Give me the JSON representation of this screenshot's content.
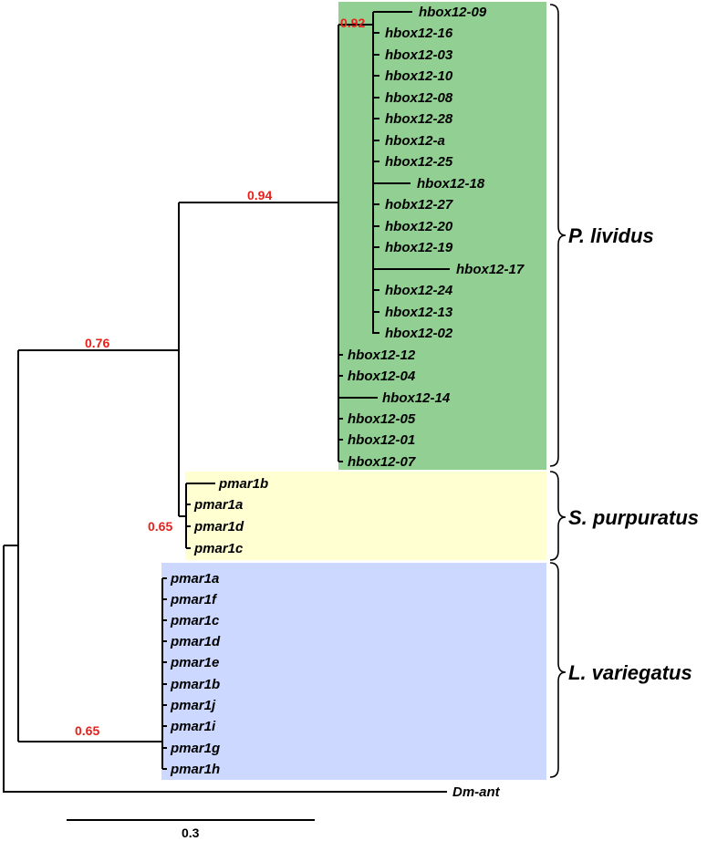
{
  "colors": {
    "p_lividus_box": "#92cf92",
    "s_purpuratus_box": "#ffffd2",
    "l_variegatus_box": "#ccd8ff",
    "support_text": "#e8201a"
  },
  "clades": {
    "p_lividus": "P. lividus",
    "s_purpuratus": "S. purpuratus",
    "l_variegatus": "L. variegatus"
  },
  "support_values": {
    "root_inner": "0.76",
    "echinoid_split": "0.94",
    "hbox_subclade": "0.92",
    "s_purpuratus": "0.65",
    "l_variegatus": "0.65"
  },
  "p_lividus_leaves": {
    "subclade": [
      "hbox12-09",
      "hbox12-16",
      "hbox12-03",
      "hbox12-10",
      "hbox12-08",
      "hbox12-28",
      "hbox12-a",
      "hbox12-25",
      "hbox12-18",
      "hobx12-27",
      "hbox12-20",
      "hbox12-19",
      "hbox12-17",
      "hbox12-24",
      "hbox12-13",
      "hbox12-02"
    ],
    "basal": [
      "hbox12-12",
      "hbox12-04",
      "hbox12-14",
      "hbox12-05",
      "hbox12-01",
      "hbox12-07"
    ]
  },
  "s_purpuratus_leaves": [
    "pmar1b",
    "pmar1a",
    "pmar1d",
    "pmar1c"
  ],
  "l_variegatus_leaves": [
    "pmar1a",
    "pmar1f",
    "pmar1c",
    "pmar1d",
    "pmar1e",
    "pmar1b",
    "pmar1j",
    "pmar1i",
    "pmar1g",
    "pmar1h"
  ],
  "outgroup": "Dm-ant",
  "scale_bar": "0.3"
}
